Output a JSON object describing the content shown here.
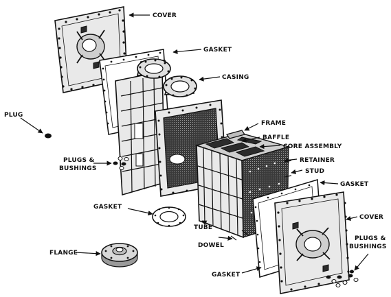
{
  "labels": {
    "cover_top": "COVER",
    "gasket_top": "GASKET",
    "casing": "CASING",
    "plug": "PLUG",
    "frame": "FRAME",
    "baffle": "BAFFLE",
    "core_assembly": "CORE ASSEMBLY",
    "retainer": "RETAINER",
    "stud": "STUD",
    "plugs_bushings_left_1": "PLUGS &",
    "plugs_bushings_left_2": "BUSHINGS",
    "gasket_right": "GASKET",
    "gasket_mid": "GASKET",
    "cover_bottom": "COVER",
    "tube": "TUBE",
    "dowel": "DOWEL",
    "flange": "FLANGE",
    "plugs_bushings_right_1": "PLUGS &",
    "plugs_bushings_right_2": "BUSHINGS",
    "gasket_bottom": "GASKET"
  }
}
